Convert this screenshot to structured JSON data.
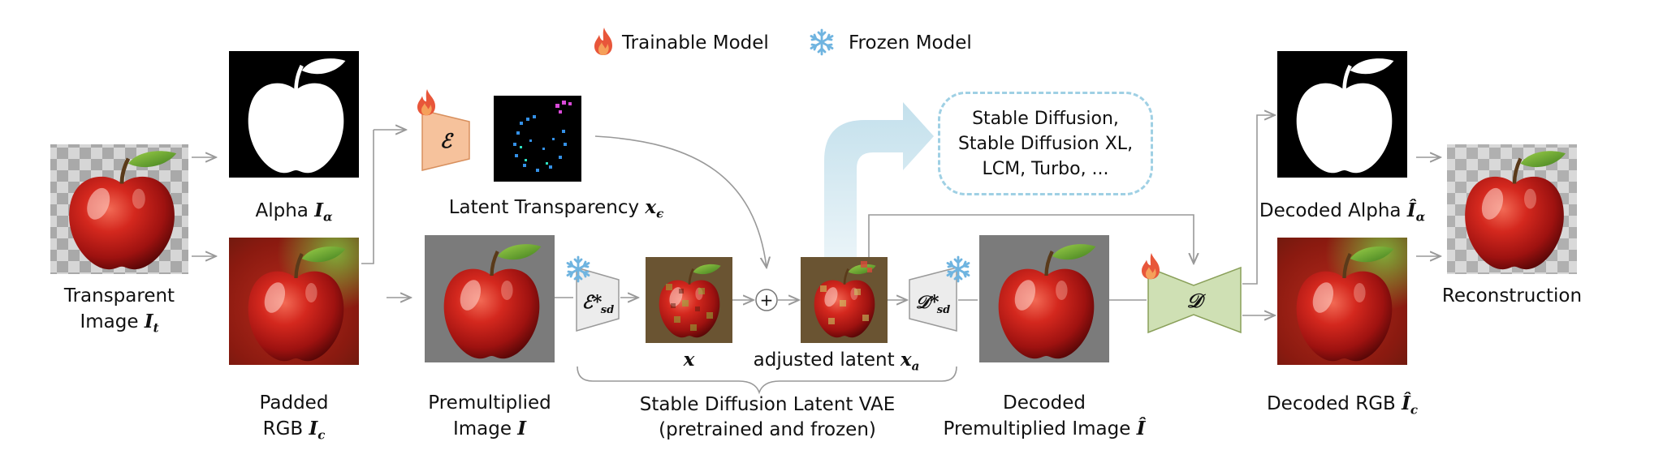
{
  "legend": {
    "trainable": "Trainable Model",
    "frozen": "Frozen Model"
  },
  "labels": {
    "transparent_line1": "Transparent",
    "transparent_line2": "Image",
    "transparent_sym": "I",
    "transparent_sub": "t",
    "alpha_text": "Alpha",
    "alpha_sym": "I",
    "alpha_sub": "α",
    "padded_line1": "Padded",
    "padded_line2": "RGB",
    "padded_sym": "I",
    "padded_sub": "c",
    "latent_transparency_text": "Latent Transparency",
    "latent_transparency_sym": "x",
    "latent_transparency_sub": "ϵ",
    "premult_line1": "Premultiplied",
    "premult_line2": "Image",
    "premult_sym": "I",
    "x_sym": "x",
    "adjusted_text": "adjusted latent",
    "adjusted_sym": "x",
    "adjusted_sub": "a",
    "sd_vae_line1": "Stable Diffusion Latent VAE",
    "sd_vae_line2": "(pretrained and frozen)",
    "decoded_premult_line1": "Decoded",
    "decoded_premult_line2": "Premultiplied Image",
    "decoded_premult_sym": "Î",
    "decoded_alpha_text": "Decoded Alpha",
    "decoded_alpha_sym": "Î",
    "decoded_alpha_sub": "α",
    "decoded_rgb_text": "Decoded RGB",
    "decoded_rgb_sym": "Î",
    "decoded_rgb_sub": "c",
    "reconstruction": "Reconstruction"
  },
  "models": {
    "encoder_symbol": "ℰ",
    "sd_encoder_symbol": "ℰ*",
    "sd_encoder_sub": "sd",
    "sd_decoder_symbol": "𝒟*",
    "sd_decoder_sub": "sd",
    "decoder_symbol": "𝒟",
    "plus": "+"
  },
  "sd_box_text": "Stable Diffusion,\nStable Diffusion XL,\nLCM, Turbo, ...",
  "icons": {
    "trainable": "fire-icon",
    "frozen": "snowflake-icon"
  },
  "colors": {
    "trainable_encoder": "#f6c29c",
    "trainable_decoder": "#cfe0b4",
    "frozen_model": "#ececec",
    "flame": "#e8563a",
    "snowflake": "#6fb4e0",
    "arrow": "#999999",
    "sd_flow": "#cfe6f0",
    "sd_box_border": "#9fd0e4"
  }
}
